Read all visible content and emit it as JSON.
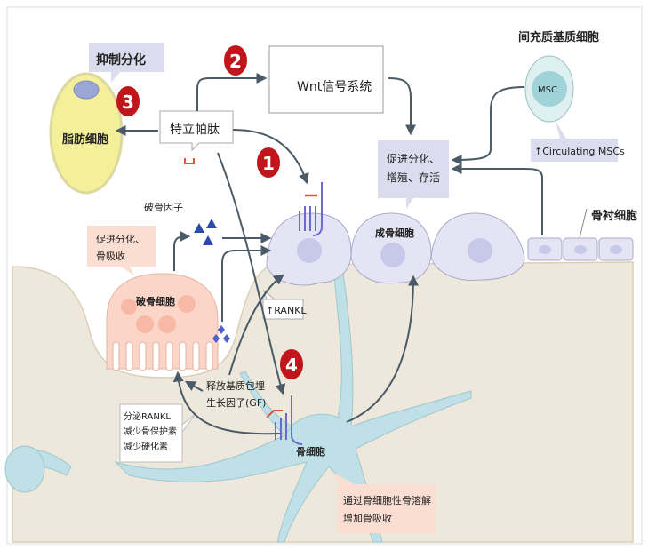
{
  "labels": {
    "inhibit_diff": "抑制分化",
    "adipocyte": "脂肪细胞",
    "wnt": "Wnt信号系统",
    "teriparatide": "特立帕肽",
    "promote_box": [
      "促进分化、",
      "增殖、存活"
    ],
    "msc_title": "间充质基质细胞",
    "msc": "MSC",
    "circulating": "↑Circulating MSCs",
    "lining_cell": "骨衬细胞",
    "osteoblast": "成骨细胞",
    "osteoclast_factor": "破骨因子",
    "osteoclast_box": [
      "促进分化、",
      "骨吸收"
    ],
    "osteoclast": "破骨细胞",
    "rankl": "↑RANKL",
    "gf": [
      "释放基质包埋",
      "生长因子(GF)"
    ],
    "osteocyte_box": [
      "分泌RANKL",
      "减少骨保护素",
      "减少硬化素"
    ],
    "osteocyte": "骨细胞",
    "osteolysis_box": [
      "通过骨细胞性骨溶解",
      "增加骨吸收"
    ]
  },
  "steps": [
    "1",
    "2",
    "3",
    "4"
  ],
  "colors": {
    "step_red": "#c0151b",
    "lavender_box": "#dcdcef",
    "salmon_box": "#fbded2",
    "bone": "#eee8dc",
    "osteoblast": "#e4e4f4",
    "osteoclast": "#fbd6c8",
    "osteocyte": "#bfe0e6",
    "adipocyte": "#f4f09a",
    "msc": "#9fd3d9"
  }
}
